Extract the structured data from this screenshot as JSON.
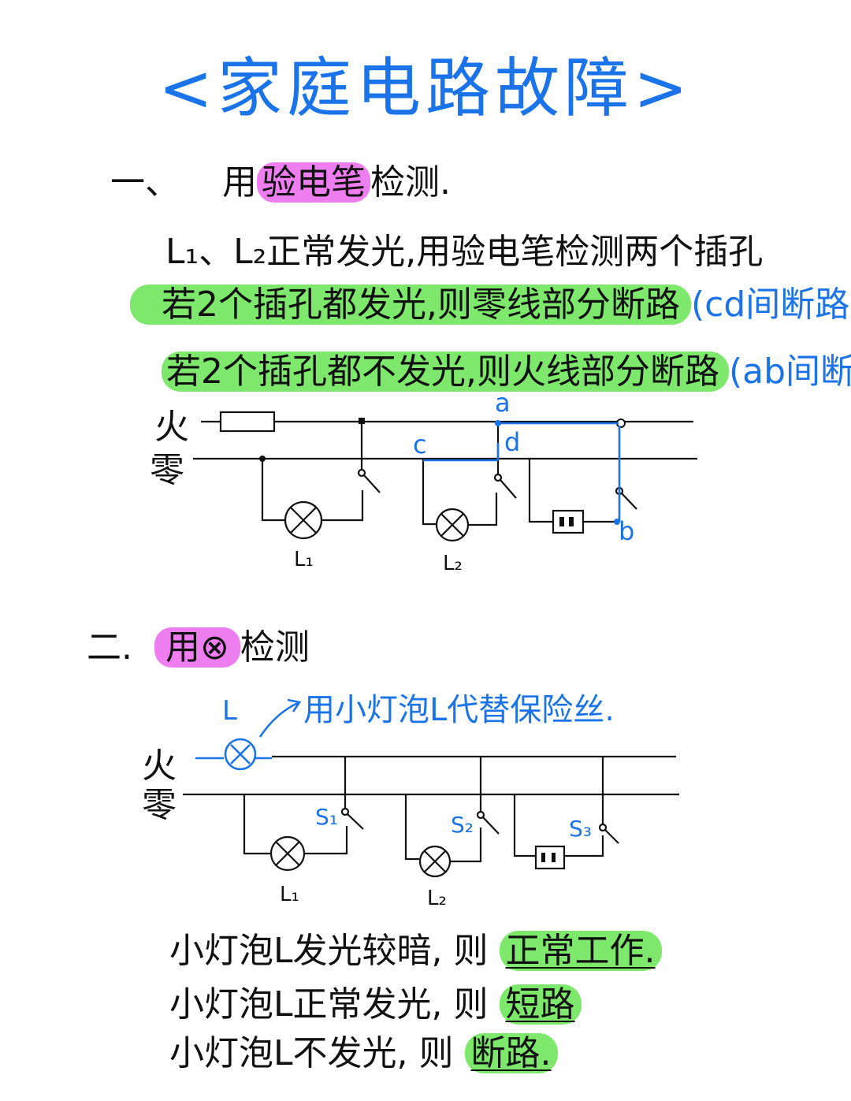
{
  "title": "<家庭电路故障>",
  "section1": {
    "number": "一、",
    "prefix": "用",
    "highlight": "验电笔",
    "suffix": "检测.",
    "line1": "L₁、L₂正常发光,用验电笔检测两个插孔",
    "line2": {
      "main": "若2个插孔都发光,则零线部分断路",
      "note": "(cd间断路)"
    },
    "line3": {
      "main": "若2个插孔都不发光,则火线部分断路",
      "note": "(ab间断)"
    }
  },
  "diagram1": {
    "live_label": "火",
    "neutral_label": "零",
    "points": {
      "a": "a",
      "b": "b",
      "c": "c",
      "d": "d"
    },
    "lamp_labels": [
      "L₁",
      "L₂"
    ]
  },
  "section2": {
    "number": "二.",
    "prefix": "用",
    "highlight_symbol": "⊗",
    "suffix": "检测",
    "note_label": "L",
    "note_text": "用小灯泡L代替保险丝."
  },
  "diagram2": {
    "live_label": "火",
    "neutral_label": "零",
    "switch_labels": [
      "S₁",
      "S₂",
      "S₃"
    ],
    "lamp_labels": [
      "L₁",
      "L₂"
    ]
  },
  "conclusions": [
    {
      "condition": "小灯泡L发光较暗,",
      "result_prefix": "则",
      "result": "正常工作."
    },
    {
      "condition": "小灯泡L正常发光,",
      "result_prefix": "则",
      "result": "短路"
    },
    {
      "condition": "小灯泡L不发光,",
      "result_prefix": "则",
      "result": "断路."
    }
  ],
  "colors": {
    "accent": "#1a73e8",
    "pink_highlight": "#ee7df0",
    "green_highlight": "#7ee86d"
  }
}
